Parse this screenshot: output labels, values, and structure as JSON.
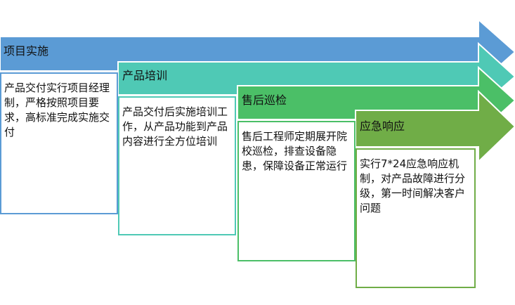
{
  "stages": [
    {
      "title": "项目实施",
      "desc": "产品交付实行项目经理制，严格按照项目要求，高标准完成实施交付",
      "color": "#5b9bd5"
    },
    {
      "title": "产品培训",
      "desc": "产品交付后实施培训工作，从产品功能到产品内容进行全方位培训",
      "color": "#4fc9b5"
    },
    {
      "title": "售后巡检",
      "desc": "售后工程师定期展开院校巡检，排查设备隐患，保障设备正常运行",
      "color": "#4bbf67"
    },
    {
      "title": "应急响应",
      "desc": "实行7*24应急响应机制，对产品故障进行分级，第一时间解决客户问题",
      "color": "#70ad47"
    }
  ]
}
